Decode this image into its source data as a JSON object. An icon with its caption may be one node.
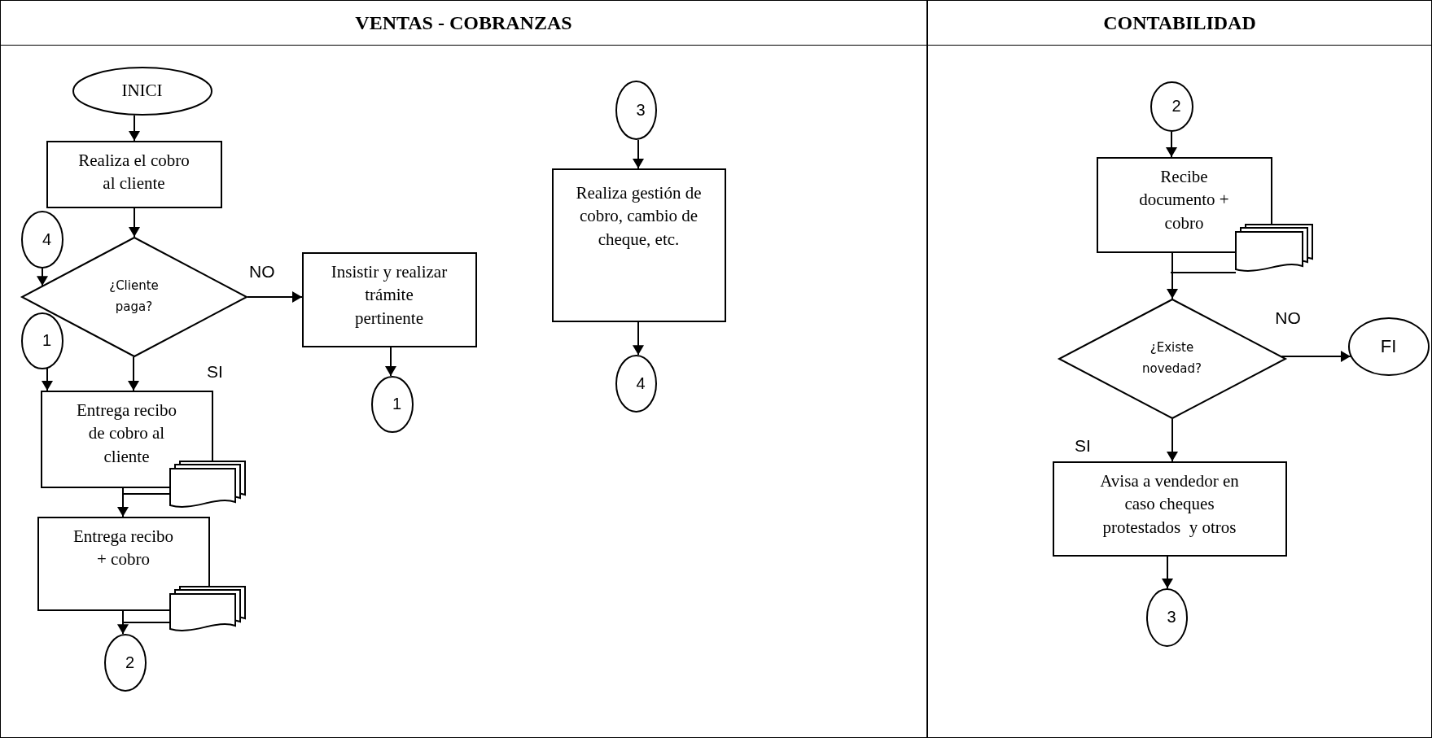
{
  "diagram": {
    "nodes": [
      {
        "text": [
          "VENTAS - COBRANZAS"
        ]
      },
      {
        "text": [
          "CONTABILIDAD"
        ]
      },
      {
        "text": [
          "INICI"
        ],
        "in": 0
      },
      {
        "text": [
          "Realiza el cobro al cliente"
        ],
        "in": 0
      },
      {
        "text": [
          "4"
        ],
        "in": 0
      },
      {
        "text": [
          "¿Cliente paga?"
        ],
        "in": 0
      },
      {
        "text": [
          "Insistir y realizar trámite pertinente"
        ],
        "in": 0
      },
      {
        "text": [
          "1"
        ],
        "in": 0
      },
      {
        "text": [
          "Entrega recibo de cobro al cliente"
        ],
        "in": 0
      },
      {
        "text": [
          "1"
        ],
        "in": 0
      },
      {
        "text": [
          "Entrega recibo + cobro"
        ],
        "in": 0
      },
      {
        "text": [
          "2"
        ],
        "in": 0
      },
      {
        "text": [
          "3"
        ],
        "in": 0
      },
      {
        "text": [
          "Realiza gestión de cobro, cambio de cheque, etc."
        ],
        "in": 0
      },
      {
        "text": [
          "4"
        ],
        "in": 0
      },
      {
        "text": [
          "2"
        ],
        "in": 1
      },
      {
        "text": [
          "Recibe documento + cobro"
        ],
        "in": 1
      },
      {
        "text": [
          "¿Existe novedad?"
        ],
        "in": 1
      },
      {
        "text": [
          "FI"
        ],
        "in": 1
      },
      {
        "text": [
          "Avisa a vendedor en caso cheques protestados  y otros"
        ],
        "in": 1
      },
      {
        "text": [
          "3"
        ],
        "in": 1
      }
    ],
    "edges": [
      {
        "from": 2,
        "to": 3,
        "arrow": "to"
      },
      {
        "from": 3,
        "to": 5,
        "arrow": "to"
      },
      {
        "from": 4,
        "to": 5,
        "arrow": "to"
      },
      {
        "from": 5,
        "to": 6,
        "arrow": "to",
        "label": "NO"
      },
      {
        "from": 5,
        "to": 8,
        "arrow": "to",
        "label": "SI"
      },
      {
        "from": 7,
        "to": 8,
        "arrow": "to"
      },
      {
        "from": 6,
        "to": 9,
        "arrow": "to"
      },
      {
        "from": 8,
        "to": 10,
        "arrow": "to"
      },
      {
        "from": 10,
        "to": 11,
        "arrow": "to"
      },
      {
        "from": 12,
        "to": 13,
        "arrow": "to"
      },
      {
        "from": 13,
        "to": 14,
        "arrow": "to"
      },
      {
        "from": 15,
        "to": 16,
        "arrow": "to"
      },
      {
        "from": 16,
        "to": 17,
        "arrow": "to"
      },
      {
        "from": 17,
        "to": 18,
        "arrow": "to",
        "label": "NO"
      },
      {
        "from": 17,
        "to": 19,
        "arrow": "to",
        "label": "SI"
      },
      {
        "from": 19,
        "to": 20,
        "arrow": "to"
      }
    ]
  }
}
